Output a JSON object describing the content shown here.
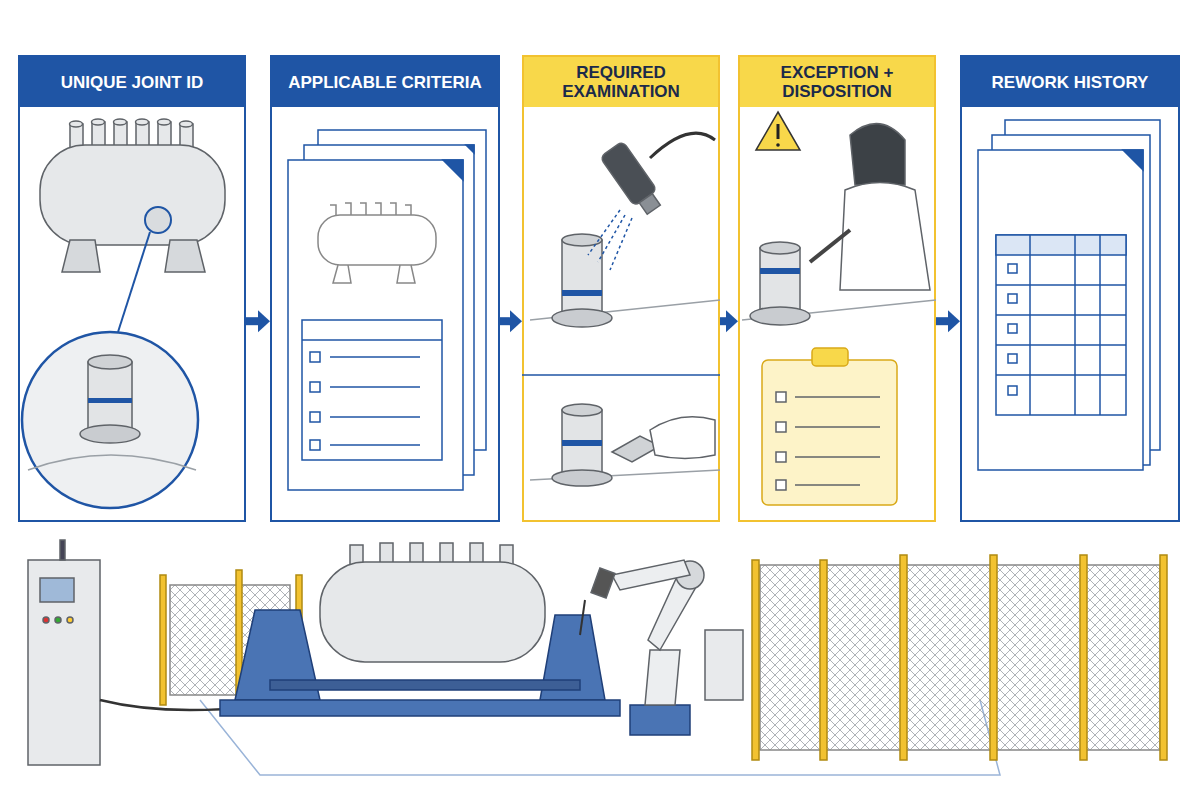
{
  "diagram": {
    "nodes": [
      {
        "text": [
          "UNIQUE JOINT ID"
        ]
      },
      {
        "text": [
          "APPLICABLE CRITERIA"
        ]
      },
      {
        "text": [
          "REQUIRED EXAMINATION"
        ]
      },
      {
        "text": [
          "EXCEPTION + DISPOSITION"
        ]
      },
      {
        "text": [
          "REWORK HISTORY"
        ]
      }
    ],
    "edges": [
      {
        "from": 0,
        "to": 1,
        "arrow": "to"
      },
      {
        "from": 1,
        "to": 2,
        "arrow": "to"
      },
      {
        "from": 2,
        "to": 3,
        "arrow": "to"
      },
      {
        "from": 3,
        "to": 4,
        "arrow": "to"
      }
    ]
  }
}
